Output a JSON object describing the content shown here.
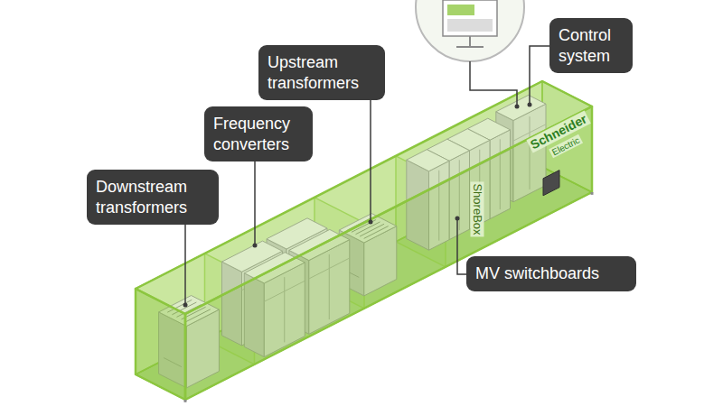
{
  "diagram": {
    "nodes": [
      {
        "text": [
          "Control system"
        ]
      },
      {
        "text": [
          "Upstream transformers"
        ]
      },
      {
        "text": [
          "Frequency converters"
        ]
      },
      {
        "text": [
          "Downstream transformers"
        ]
      },
      {
        "text": [
          "MV switchboards"
        ]
      }
    ],
    "labels": [
      "ShoreBox",
      "Schneider",
      "Electric"
    ]
  }
}
